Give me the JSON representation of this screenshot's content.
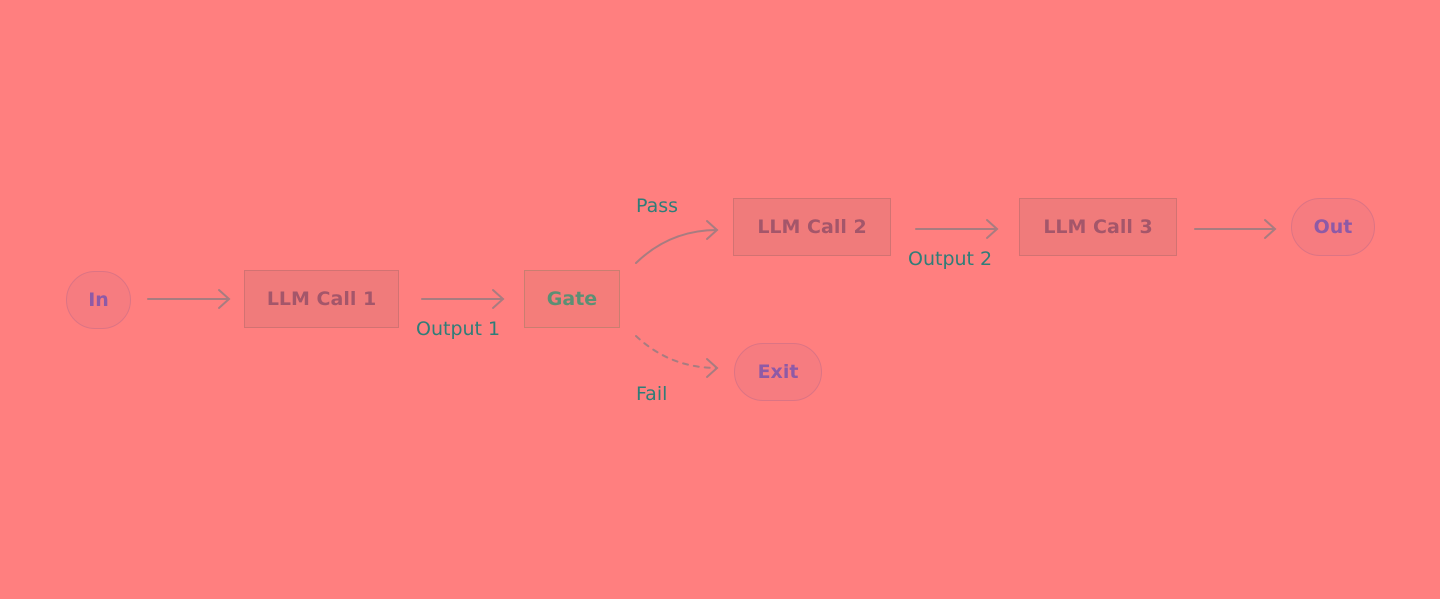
{
  "nodes": {
    "in": "In",
    "llm1": "LLM Call 1",
    "gate": "Gate",
    "llm2": "LLM Call 2",
    "llm3": "LLM Call 3",
    "out": "Out",
    "exit": "Exit"
  },
  "edges": {
    "output1": "Output 1",
    "output2": "Output 2",
    "pass": "Pass",
    "fail": "Fail"
  },
  "colors": {
    "background": "#ff7f7f",
    "arrow": "#a87c80",
    "label": "#2f7d78"
  }
}
